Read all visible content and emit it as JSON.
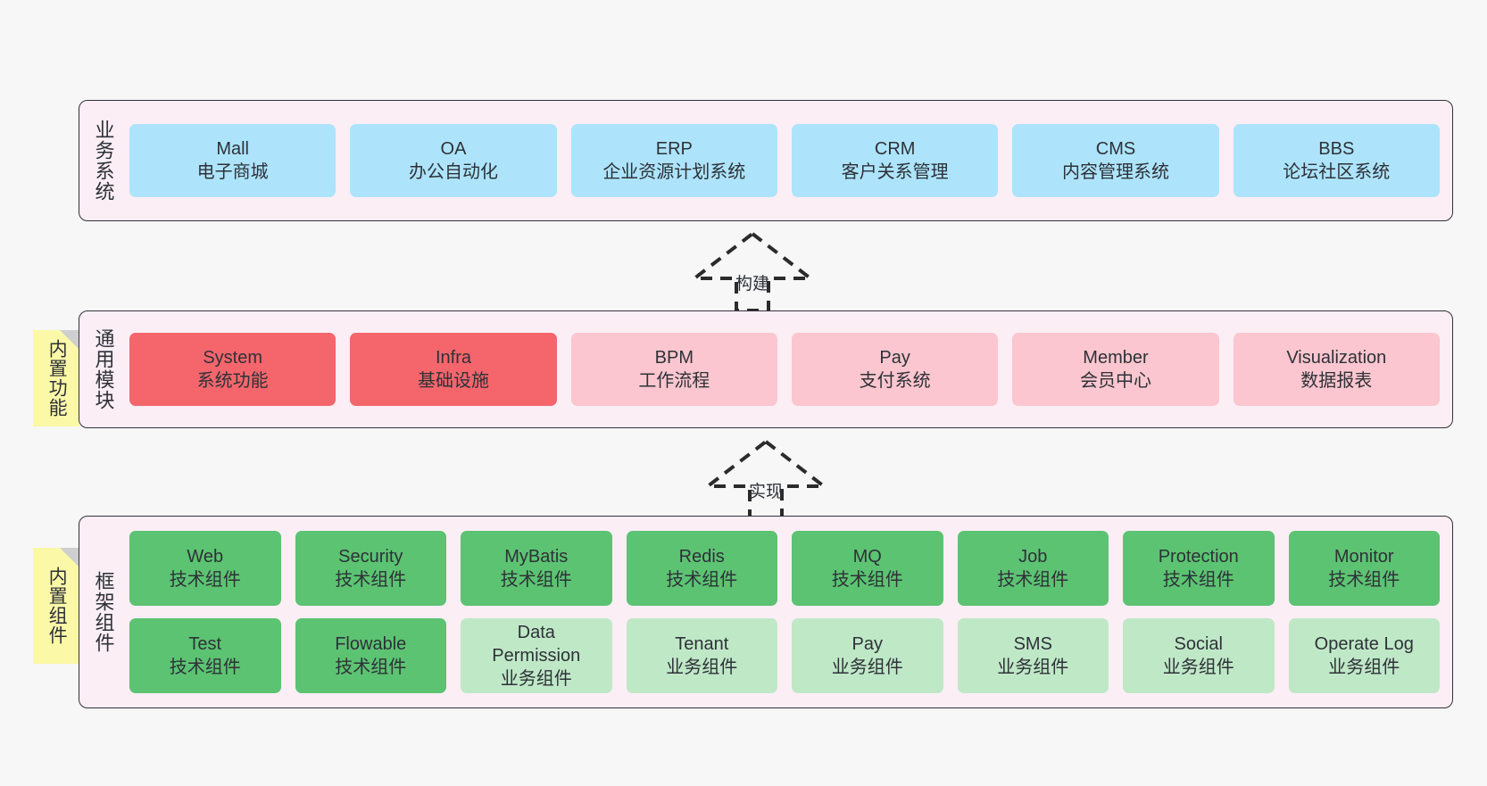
{
  "layers": [
    {
      "name": "business-systems",
      "label": "业务系统",
      "card_style": "c-blue",
      "rows": [
        {
          "cards": [
            {
              "title": "Mall",
              "subtitle": "电子商城"
            },
            {
              "title": "OA",
              "subtitle": "办公自动化"
            },
            {
              "title": "ERP",
              "subtitle": "企业资源计划系统"
            },
            {
              "title": "CRM",
              "subtitle": "客户关系管理"
            },
            {
              "title": "CMS",
              "subtitle": "内容管理系统"
            },
            {
              "title": "BBS",
              "subtitle": "论坛社区系统"
            }
          ]
        }
      ]
    },
    {
      "name": "common-modules",
      "label": "通用模块",
      "note": "内置功能",
      "rows": [
        {
          "cards": [
            {
              "title": "System",
              "subtitle": "系统功能",
              "style": "c-red"
            },
            {
              "title": "Infra",
              "subtitle": "基础设施",
              "style": "c-red"
            },
            {
              "title": "BPM",
              "subtitle": "工作流程",
              "style": "c-pink"
            },
            {
              "title": "Pay",
              "subtitle": "支付系统",
              "style": "c-pink"
            },
            {
              "title": "Member",
              "subtitle": "会员中心",
              "style": "c-pink"
            },
            {
              "title": "Visualization",
              "subtitle": "数据报表",
              "style": "c-pink"
            }
          ]
        }
      ]
    },
    {
      "name": "framework-components",
      "label": "框架组件",
      "note": "内置组件",
      "rows": [
        {
          "cards": [
            {
              "title": "Web",
              "subtitle": "技术组件",
              "style": "c-green"
            },
            {
              "title": "Security",
              "subtitle": "技术组件",
              "style": "c-green"
            },
            {
              "title": "MyBatis",
              "subtitle": "技术组件",
              "style": "c-green"
            },
            {
              "title": "Redis",
              "subtitle": "技术组件",
              "style": "c-green"
            },
            {
              "title": "MQ",
              "subtitle": "技术组件",
              "style": "c-green"
            },
            {
              "title": "Job",
              "subtitle": "技术组件",
              "style": "c-green"
            },
            {
              "title": "Protection",
              "subtitle": "技术组件",
              "style": "c-green"
            },
            {
              "title": "Monitor",
              "subtitle": "技术组件",
              "style": "c-green"
            }
          ]
        },
        {
          "cards": [
            {
              "title": "Test",
              "subtitle": "技术组件",
              "style": "c-green"
            },
            {
              "title": "Flowable",
              "subtitle": "技术组件",
              "style": "c-green"
            },
            {
              "title": "Data",
              "title2": "Permission",
              "subtitle": "业务组件",
              "style": "c-greenlight"
            },
            {
              "title": "Tenant",
              "subtitle": "业务组件",
              "style": "c-greenlight"
            },
            {
              "title": "Pay",
              "subtitle": "业务组件",
              "style": "c-greenlight"
            },
            {
              "title": "SMS",
              "subtitle": "业务组件",
              "style": "c-greenlight"
            },
            {
              "title": "Social",
              "subtitle": "业务组件",
              "style": "c-greenlight"
            },
            {
              "title": "Operate Log",
              "subtitle": "业务组件",
              "style": "c-greenlight"
            }
          ]
        }
      ]
    }
  ],
  "connectors": [
    {
      "name": "build-arrow",
      "label": "构建"
    },
    {
      "name": "implement-arrow",
      "label": "实现"
    }
  ],
  "colors": {
    "canvas": "#f7f7f7",
    "panel_bg": "#fbeef5",
    "panel_border": "#33313a",
    "blue": "#ade4fb",
    "red": "#f4666c",
    "pink": "#fbc6cf",
    "green": "#5cc372",
    "green_light": "#bfe8c7",
    "note": "#fbf8a8",
    "note_fold": "#cfcfcf",
    "text": "#2e3138"
  }
}
